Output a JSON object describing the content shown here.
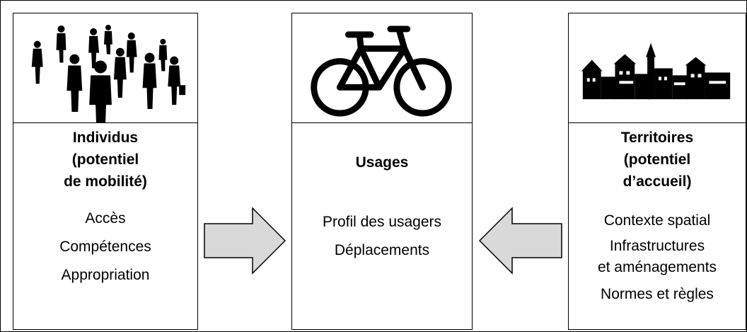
{
  "individus": {
    "title": "Individus\n(potentiel\nde mobilité)",
    "items": [
      "Accès",
      "Compétences",
      "Appropriation"
    ],
    "icon": "people-crowd-icon"
  },
  "usages": {
    "title": "Usages",
    "items": [
      "Profil des usagers",
      "Déplacements"
    ],
    "icon": "bicycle-icon"
  },
  "territoires": {
    "title": "Territoires\n(potentiel\nd’accueil)",
    "items": [
      "Contexte spatial",
      "Infrastructures\net aménagements",
      "Normes et règles"
    ],
    "icon": "city-skyline-icon"
  },
  "arrows": {
    "left_to_center": "arrow-right-icon",
    "right_to_center": "arrow-left-icon",
    "fill": "#d9d9d9"
  }
}
